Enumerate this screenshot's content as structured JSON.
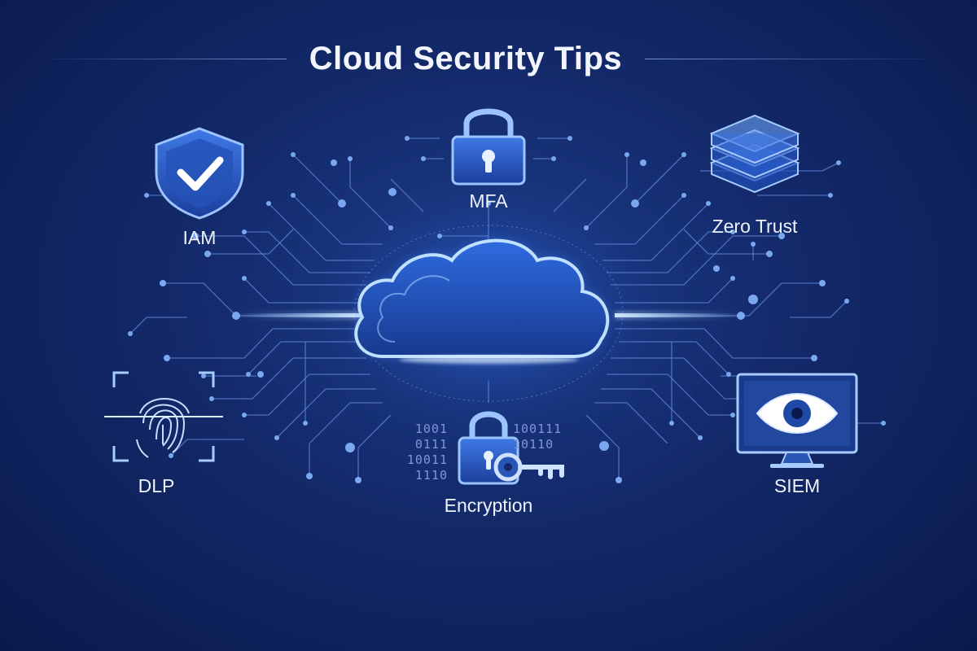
{
  "title": "Cloud Security Tips",
  "center": {
    "icon": "cloud-icon"
  },
  "nodes": [
    {
      "id": "iam",
      "label": "IAM",
      "icon": "shield-check-icon"
    },
    {
      "id": "mfa",
      "label": "MFA",
      "icon": "padlock-icon"
    },
    {
      "id": "zero-trust",
      "label": "Zero Trust",
      "icon": "layers-stack-icon"
    },
    {
      "id": "dlp",
      "label": "DLP",
      "icon": "fingerprint-scan-icon"
    },
    {
      "id": "encryption",
      "label": "Encryption",
      "icon": "lock-key-icon",
      "binary_left": [
        "1001",
        "0111",
        "10011",
        "1110"
      ],
      "binary_right": [
        "100111",
        "10110"
      ]
    },
    {
      "id": "siem",
      "label": "SIEM",
      "icon": "monitor-eye-icon"
    }
  ],
  "colors": {
    "background": "#13296a",
    "accent": "#5aa0ff",
    "glow": "#8ec8ff",
    "icon_fill": "#2f5fc4",
    "text": "#eef2fb"
  }
}
